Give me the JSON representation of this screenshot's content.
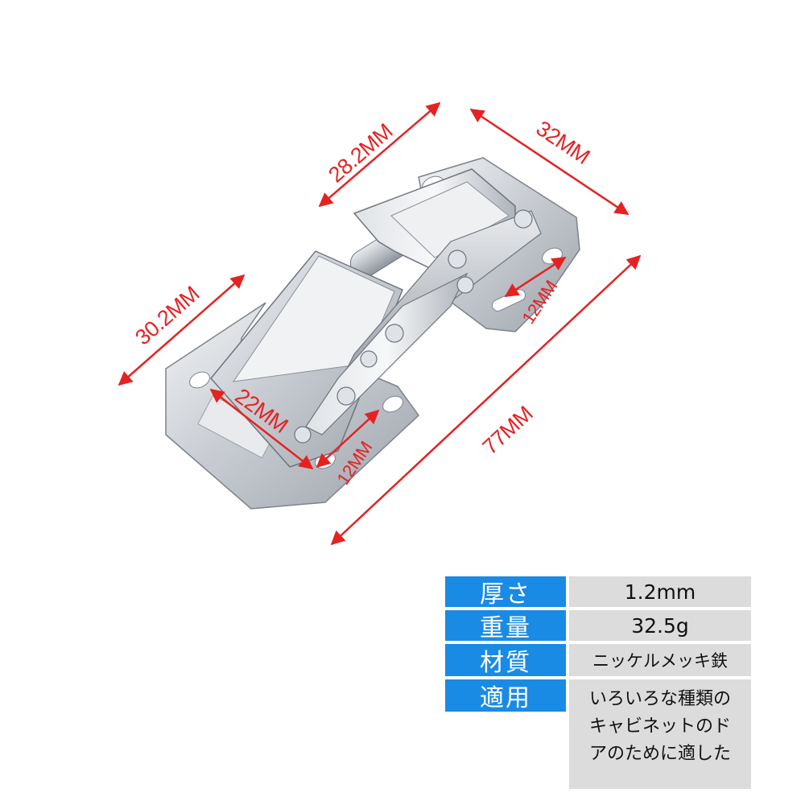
{
  "dimensions": {
    "top_left": "28.2MM",
    "top_right": "32MM",
    "left": "30.2MM",
    "overall_length": "77MM",
    "hole_spacing_upper": "12MM",
    "hole_spacing_lower": "12MM",
    "inner_width": "22MM"
  },
  "specs": {
    "thickness": {
      "label": "厚さ",
      "value": "1.2mm"
    },
    "weight": {
      "label": "重量",
      "value": "32.5g"
    },
    "material": {
      "label": "材質",
      "value": "ニッケルメッキ鉄"
    },
    "application": {
      "label": "適用",
      "value": "いろいろな種類の\nキャビネットのド\nアのために適した"
    }
  },
  "colors": {
    "dimension_red": "#e52222",
    "label_blue": "#1a8be4",
    "value_gray": "#dcdcdc",
    "metal": "#c8ccd2"
  }
}
